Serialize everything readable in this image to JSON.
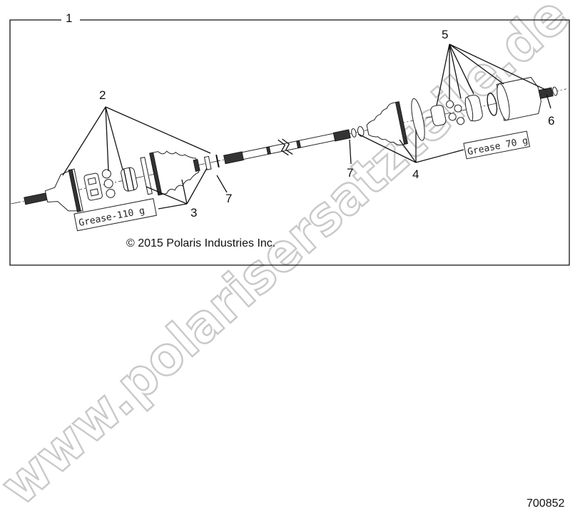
{
  "diagram": {
    "frame_label": "1",
    "callouts": {
      "c2": "2",
      "c3": "3",
      "c4": "4",
      "c5": "5",
      "c6": "6",
      "c7a": "7",
      "c7b": "7"
    },
    "grease_left": "Grease-110  g",
    "grease_right": "Grease 70  g",
    "copyright": "© 2015 Polaris Industries Inc.",
    "diagram_number": "700852",
    "watermark": "www.polarisersatzteile.de"
  }
}
